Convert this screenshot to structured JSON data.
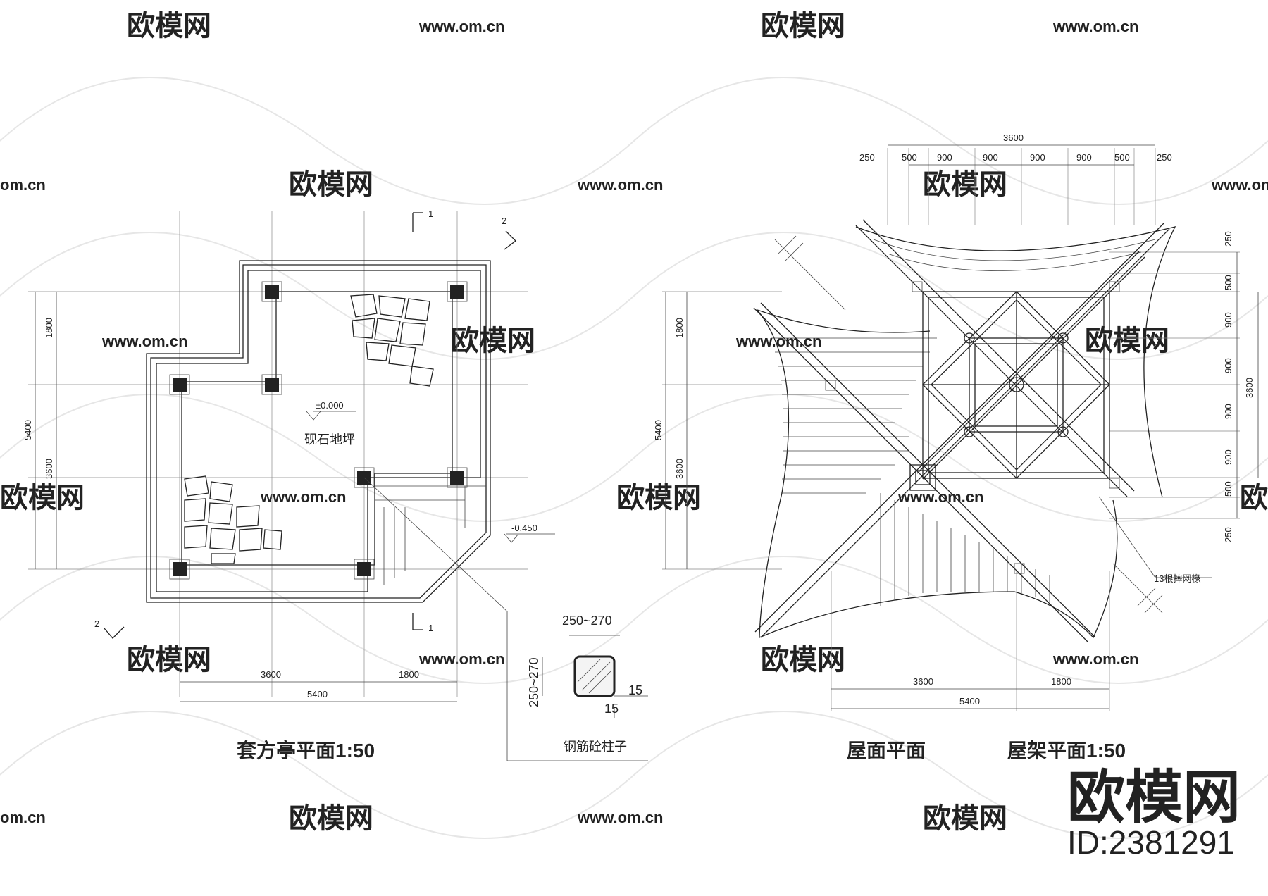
{
  "watermark": {
    "brand": "欧模网",
    "url": "www.om.cn",
    "url_short": "om.cn"
  },
  "plan": {
    "title": "套方亭平面1:50",
    "level_main": "±0.000",
    "level_low": "-0.450",
    "floor_note": "砚石地坪",
    "section_1": "1",
    "section_2": "2",
    "dim_left_top": "1800",
    "dim_left_total": "5400",
    "dim_left_bottom": "3600",
    "dim_bottom_a": "3600",
    "dim_bottom_b": "1800",
    "dim_bottom_total": "5400"
  },
  "column_detail": {
    "title": "钢筋砼柱子",
    "size_h": "250~270",
    "size_v": "250~270",
    "offset_a": "15",
    "offset_b": "15"
  },
  "roof": {
    "title_roof": "屋面平面",
    "title_frame": "屋架平面1:50",
    "rafter_note": "13根摔网椽",
    "dim_top_total": "3600",
    "dim_top": [
      "250",
      "500",
      "900",
      "900",
      "900",
      "900",
      "500",
      "250"
    ],
    "dim_right": [
      "250",
      "500",
      "900",
      "900",
      "900",
      "900",
      "500",
      "250"
    ],
    "dim_right_total": "3600",
    "dim_left_top": "1800",
    "dim_left_total": "5400",
    "dim_left_bottom": "3600",
    "dim_bottom_a": "3600",
    "dim_bottom_b": "1800",
    "dim_bottom_total": "5400"
  },
  "stamp": {
    "brand": "欧模网",
    "id": "ID:2381291"
  }
}
